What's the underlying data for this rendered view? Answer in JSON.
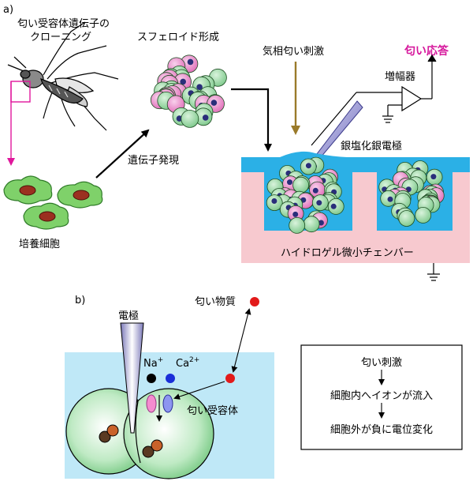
{
  "panel_a": {
    "label": "a)",
    "cloning_line1": "匂い受容体遺伝子の",
    "cloning_line2": "クローニング",
    "cultured_cells": "培養細胞",
    "gene_expression": "遺伝子発現",
    "spheroid_formation": "スフェロイド形成",
    "gas_odor_stimulus": "気相匂い刺激",
    "odor_response": "匂い応答",
    "amplifier": "増幅器",
    "electrode": "銀塩化銀電極",
    "chamber": "ハイドロゲル微小チェンバー"
  },
  "panel_b": {
    "label": "b)",
    "electrode": "電極",
    "na_base": "Na",
    "na_sup": "+",
    "ca_base": "Ca",
    "ca_sup": "2+",
    "odorant": "匂い物質",
    "receptor": "匂い受容体",
    "flow_step1": "匂い刺激",
    "flow_step2": "細胞内へイオンが流入",
    "flow_step3": "細胞外が負に電位変化"
  },
  "colors": {
    "magenta_arrow": "#e0179c",
    "odor_response_text": "#d6179c",
    "stimulus_arrow": "#9a7a2a",
    "chamber_top": "#2bb0e6",
    "chamber_body": "#f7c9cf",
    "cell_green": "#8fd19a",
    "cell_pink": "#e87ac3",
    "cultured_cell": "#7fd16a",
    "fluid_b": "#bfe8f7",
    "odorant_red": "#e21a1a",
    "calcium_blue": "#1a2ed8",
    "sodium_black": "#000000"
  }
}
